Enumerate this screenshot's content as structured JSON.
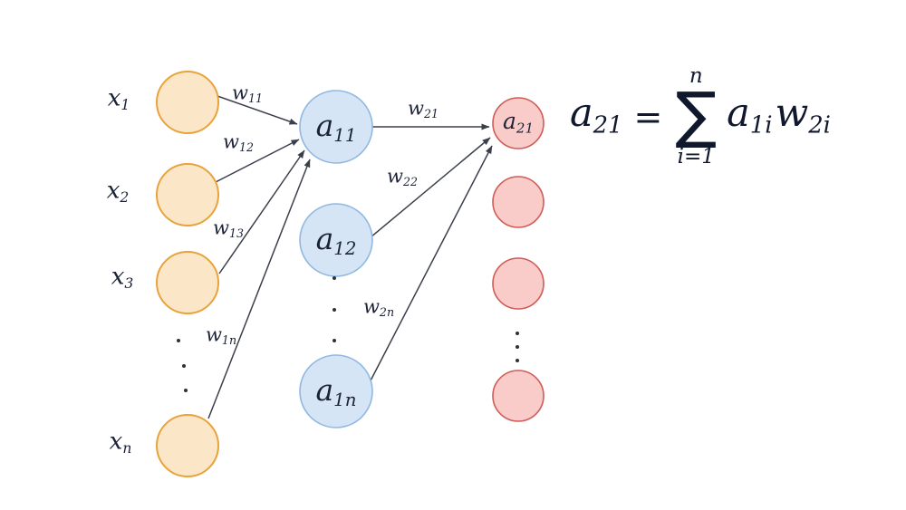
{
  "colors": {
    "background": "#ffffff",
    "input_fill": "#fce6c8",
    "input_border": "#e8a33c",
    "hidden_fill": "#d5e5f6",
    "hidden_border": "#90b8e0",
    "output_fill": "#f9cbc9",
    "output_border": "#ce5c57",
    "arrow": "#3a3f4a",
    "dots": "#2e3138",
    "text": "#1b2238"
  },
  "layers": {
    "input": {
      "nodes": [
        {
          "label": {
            "base": "x",
            "sub": "1"
          }
        },
        {
          "label": {
            "base": "x",
            "sub": "2"
          }
        },
        {
          "label": {
            "base": "x",
            "sub": "3"
          }
        },
        {
          "label": {
            "base": "x",
            "sub": "n"
          }
        }
      ]
    },
    "hidden": {
      "nodes": [
        {
          "label": {
            "base": "a",
            "sub": "11"
          }
        },
        {
          "label": {
            "base": "a",
            "sub": "12"
          }
        },
        {
          "label": {
            "base": "a",
            "sub": "1n"
          }
        }
      ]
    },
    "output": {
      "nodes": [
        {
          "label": {
            "base": "a",
            "sub": "21"
          }
        }
      ]
    }
  },
  "weights": [
    {
      "base": "w",
      "sub": "11"
    },
    {
      "base": "w",
      "sub": "12"
    },
    {
      "base": "w",
      "sub": "13"
    },
    {
      "base": "w",
      "sub": "1n"
    },
    {
      "base": "w",
      "sub": "21"
    },
    {
      "base": "w",
      "sub": "22"
    },
    {
      "base": "w",
      "sub": "2n"
    }
  ],
  "formula": {
    "lhs": {
      "base": "a",
      "sub": "21"
    },
    "equals": "=",
    "sum": {
      "upper": "n",
      "symbol": "∑",
      "lower": "i=1"
    },
    "terms": [
      {
        "base": "a",
        "sub": "1i"
      },
      {
        "base": "w",
        "sub": "2i"
      }
    ]
  }
}
